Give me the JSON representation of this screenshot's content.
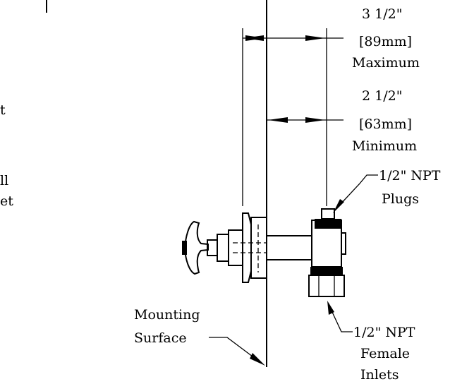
{
  "dimensions": {
    "maximum": {
      "fraction": "3 1/2\"",
      "metric": "[89mm]",
      "label": "Maximum"
    },
    "minimum": {
      "fraction": "2 1/2\"",
      "metric": "[63mm]",
      "label": "Minimum"
    }
  },
  "callouts": {
    "plugs": {
      "line1": "1/2\" NPT",
      "line2": "Plugs"
    },
    "inlets": {
      "line1": "1/2\" NPT",
      "line2": "Female",
      "line3": "Inlets"
    },
    "surface": {
      "line1": "Mounting",
      "line2": "Surface"
    }
  },
  "cropped_text": {
    "a": "t",
    "b": "ll",
    "c": "et"
  }
}
